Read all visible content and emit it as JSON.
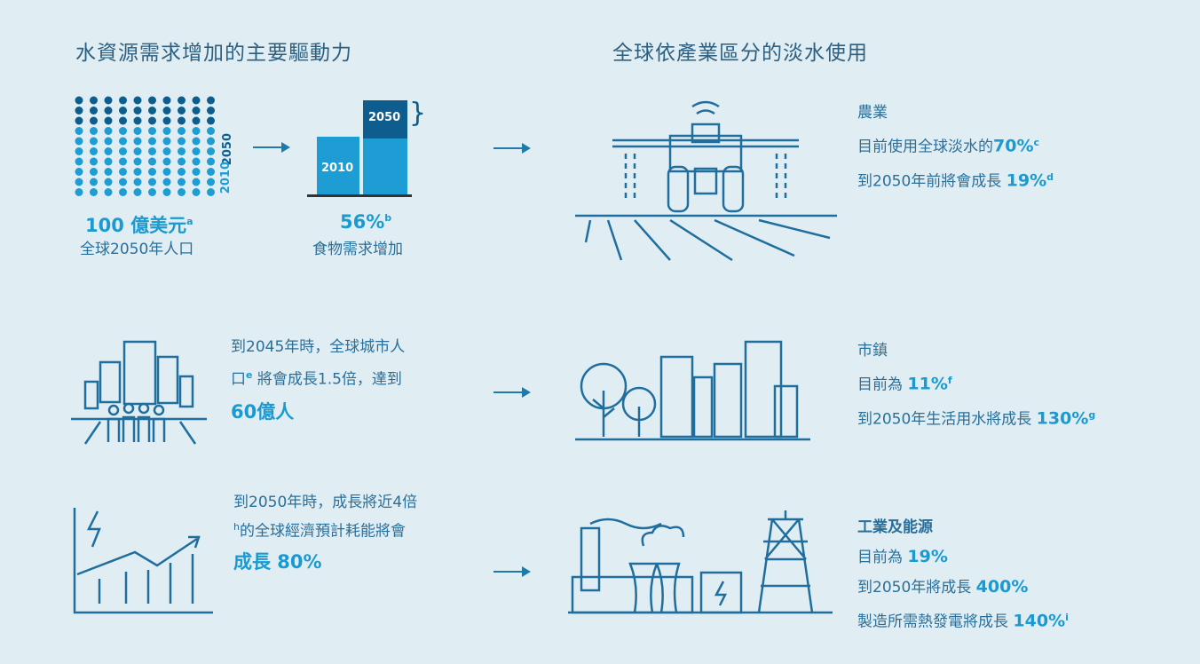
{
  "left_title": "水資源需求增加的主要驅動力",
  "right_title": "全球依產業區分的淡水使用",
  "population": {
    "value": "100 億美元",
    "sup": "a",
    "label": "全球2050年人口",
    "axis_2050": "2050",
    "axis_2010": "2010"
  },
  "food": {
    "value": "56%",
    "sup": "b",
    "label": "食物需求增加",
    "bar_2010": "2010",
    "bar_2050": "2050"
  },
  "urban": {
    "line1": "到2045年時，全球城市人",
    "line2a": "口",
    "sup": "e",
    "line2b": " 將會成長1.5倍，達到",
    "value": "60億人"
  },
  "energy": {
    "line1": "到2050年時，成長將近4倍",
    "sup": "h",
    "line2": "的全球經濟預計耗能將會",
    "value": "成長 80%"
  },
  "agriculture": {
    "heading": "農業",
    "l1": "目前使用全球淡水的",
    "v1": "70%",
    "s1": "c",
    "l2": "到2050年前將會成長 ",
    "v2": "19%",
    "s2": "d"
  },
  "municipal": {
    "heading": "市鎮",
    "l1": "目前為 ",
    "v1": "11%",
    "s1": "f",
    "l2": "到2050年生活用水將成長 ",
    "v2": "130%",
    "s2": "g"
  },
  "industry": {
    "heading": "工業及能源",
    "l1": "目前為 ",
    "v1": "19%",
    "l2": "到2050年將成長 ",
    "v2": "400%",
    "l3": "製造所需熱發電將成長 ",
    "v3": "140%",
    "s3": "i"
  },
  "colors": {
    "dark": "#0d5e8f",
    "light": "#1d9dd3",
    "bg": "#e0eef3"
  }
}
